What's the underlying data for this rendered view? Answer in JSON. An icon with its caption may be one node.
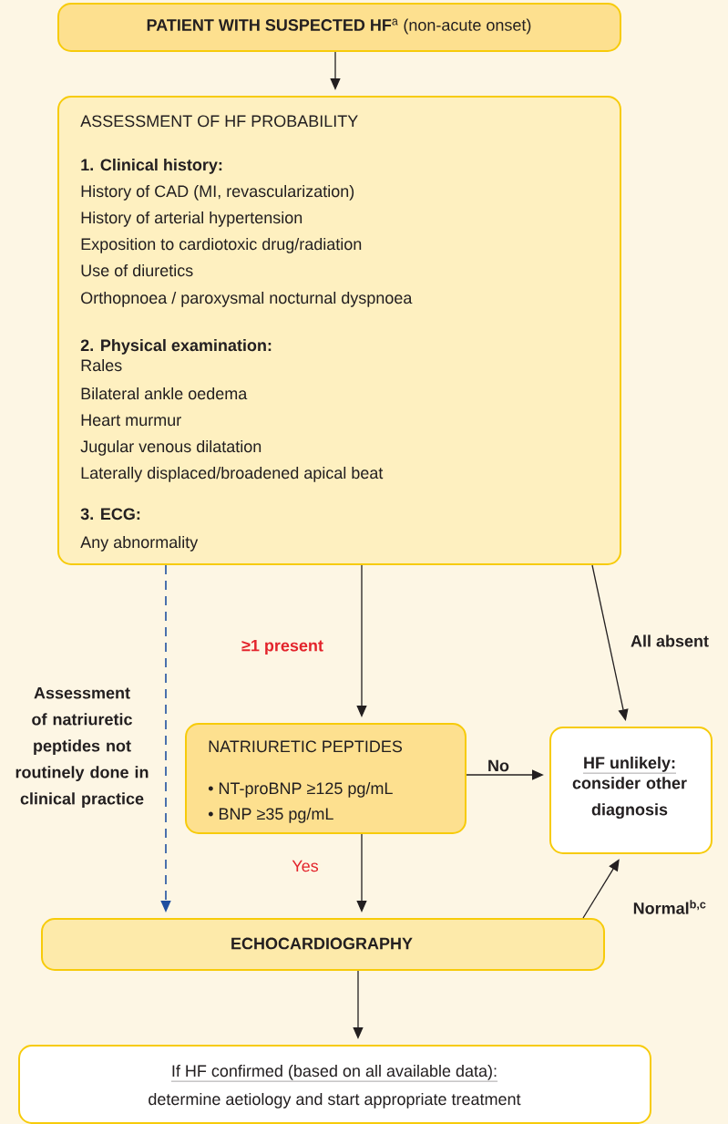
{
  "diagram": {
    "nodes": [
      {
        "text": [
          "**PATIENT WITH SUSPECTED HF**$^{a}$ (non-acute onset)"
        ]
      },
      {
        "text": [
          "ASSESSMENT OF HF PROBABILITY",
          "1. Clinical history:",
          "History of CAD (MI, revascularization)",
          "History of arterial hypertension",
          "Exposition to cardiotoxic drug/radiation",
          "Use of diuretics",
          "Orthopnoea / paroxysmal nocturnal dyspnoea",
          "2. Physical examination:",
          "Rales",
          "Bilateral ankle oedema",
          "Heart murmur",
          "Jugular venous dilatation",
          "Laterally displaced/broadened apical beat",
          "3. ECG:",
          "Any abnormality"
        ]
      },
      {
        "text": [
          "NATRIURETIC PEPTIDES",
          "• NT-proBNP ≥125 pg/mL",
          "• BNP  ≥35 pg/mL"
        ]
      },
      {
        "text": [
          "HF unlikely:",
          "consider other diagnosis"
        ]
      },
      {
        "text": [
          "ECHOCARDIOGRAPHY"
        ]
      },
      {
        "text": [
          "If HF confirmed (based on all available data):",
          "determine aetiology and start appropriate treatment"
        ]
      }
    ],
    "edges": [
      {
        "from": 0,
        "to": 1,
        "arrow": "to"
      },
      {
        "from": 1,
        "to": 2,
        "arrow": "to",
        "label": "≥1 present"
      },
      {
        "from": 1,
        "to": 3,
        "arrow": "to",
        "label": "All absent"
      },
      {
        "from": 2,
        "to": 3,
        "arrow": "to",
        "label": "No"
      },
      {
        "from": 2,
        "to": 4,
        "arrow": "to",
        "label": "Yes"
      },
      {
        "from": 4,
        "to": 3,
        "arrow": "to",
        "label": "Normal$^{b,c}$"
      },
      {
        "from": 1,
        "to": 4,
        "arrow": "to",
        "style": "dashed",
        "color": "#1f4fa0",
        "label": "Assessment of natriuretic peptides not routinely done in clinical practice"
      },
      {
        "from": 4,
        "to": 5,
        "arrow": "to"
      }
    ]
  }
}
